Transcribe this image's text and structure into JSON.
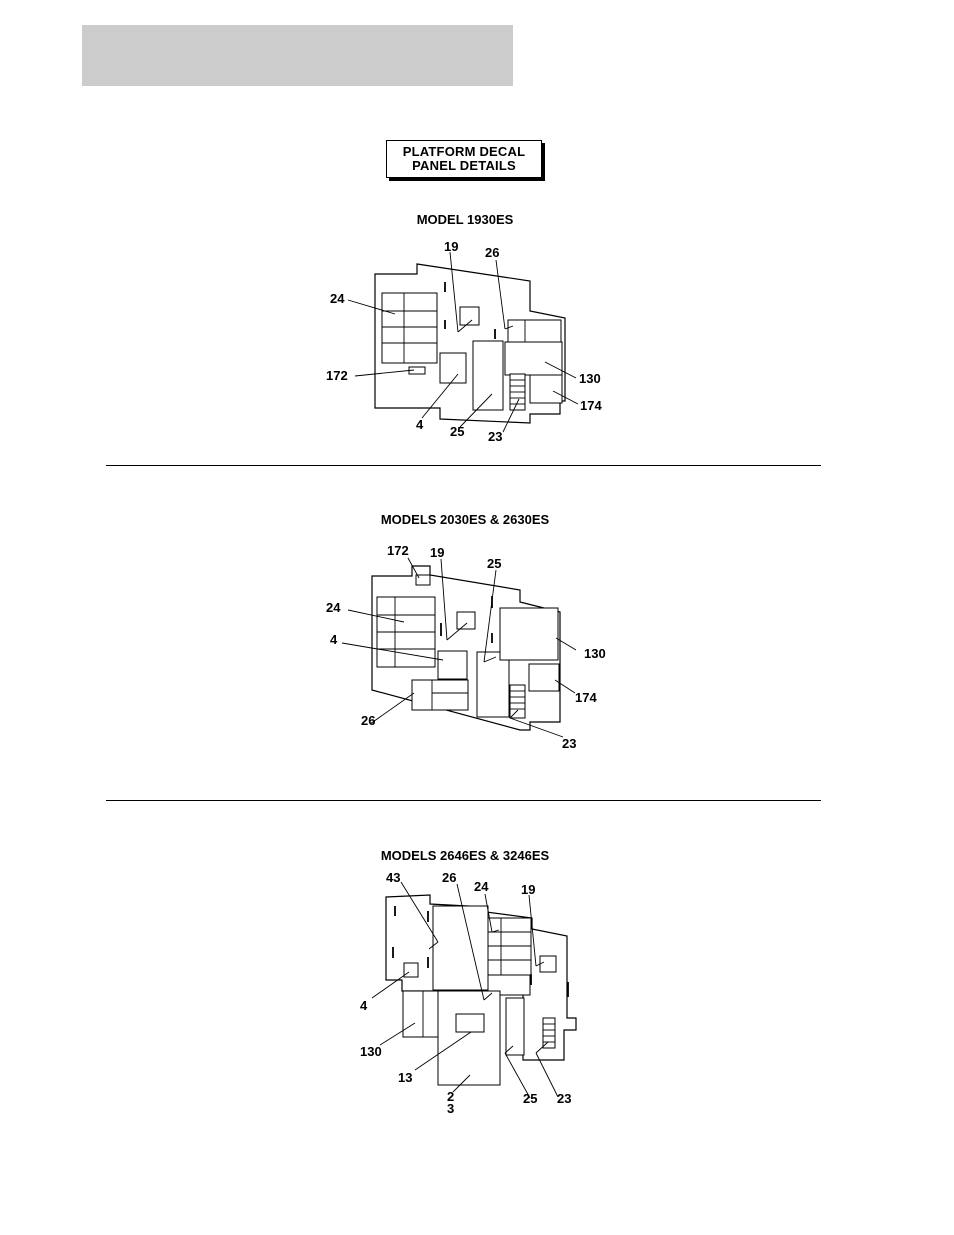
{
  "page_title": "PLATFORM DECAL PANEL DETAILS",
  "title_box": {
    "line1": "PLATFORM DECAL",
    "line2": "PANEL DETAILS"
  },
  "diagrams": [
    {
      "model": "MODEL 1930ES",
      "callouts": [
        "19",
        "26",
        "24",
        "172",
        "130",
        "174",
        "4",
        "25",
        "23"
      ]
    },
    {
      "model": "MODELS 2030ES & 2630ES",
      "callouts": [
        "172",
        "19",
        "25",
        "24",
        "4",
        "130",
        "174",
        "26",
        "23"
      ]
    },
    {
      "model": "MODELS 2646ES & 3246ES",
      "callouts": [
        "43",
        "26",
        "24",
        "19",
        "4",
        "130",
        "13",
        "2",
        "3",
        "25",
        "23"
      ]
    }
  ]
}
